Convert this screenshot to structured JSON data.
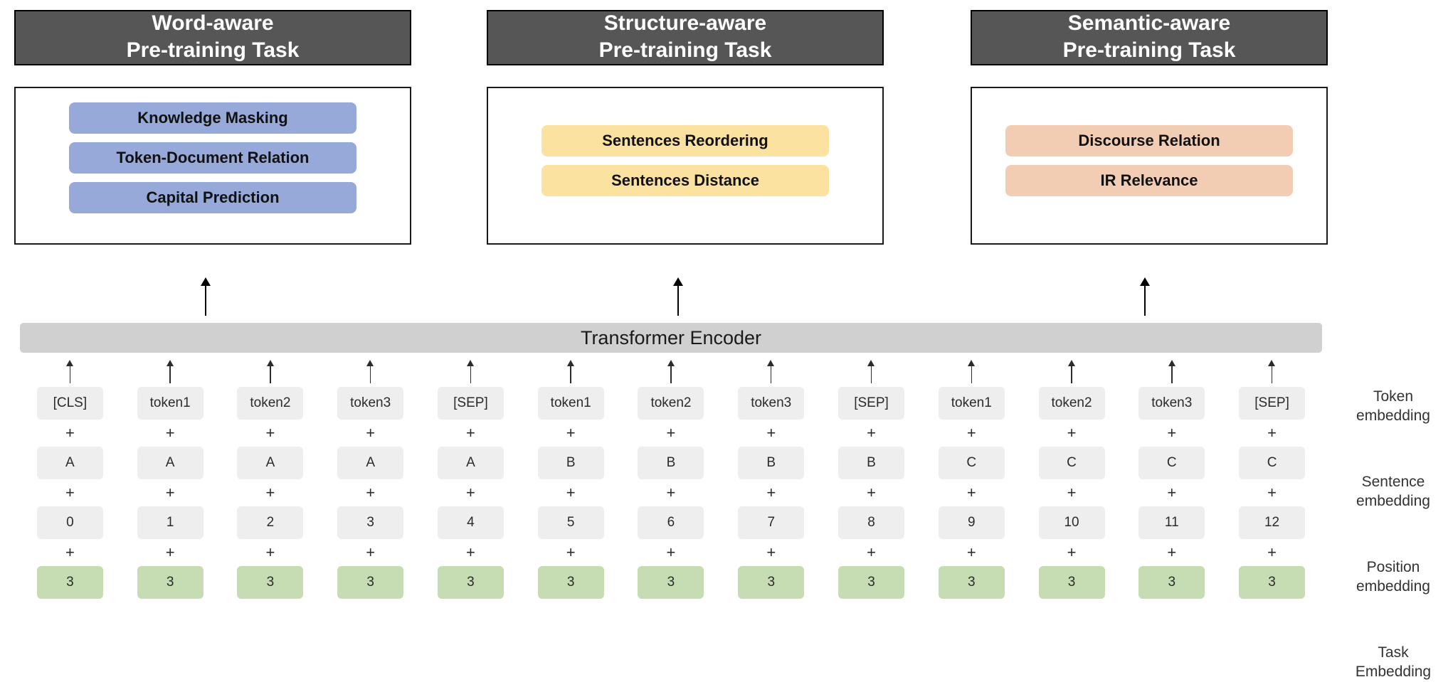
{
  "diagram": {
    "title": "ERNIE pre-training tasks and input embedding composition",
    "colors": {
      "header_bg": "#565656",
      "word_pill": "#96a9d8",
      "structure_pill": "#fbe2a0",
      "semantic_pill": "#f2cdb4",
      "encoder_bar": "#d0d0d0",
      "embedding_box": "#eeeeee",
      "task_embedding_box": "#c6ddb4"
    }
  },
  "tasks": [
    {
      "header_line1": "Word-aware",
      "header_line2": "Pre-training Task",
      "items": [
        "Knowledge Masking",
        "Token-Document Relation",
        "Capital Prediction"
      ]
    },
    {
      "header_line1": "Structure-aware",
      "header_line2": "Pre-training Task",
      "items": [
        "Sentences Reordering",
        "Sentences Distance"
      ]
    },
    {
      "header_line1": "Semantic-aware",
      "header_line2": "Pre-training Task",
      "items": [
        "Discourse Relation",
        "IR Relevance"
      ]
    }
  ],
  "encoder": {
    "label": "Transformer Encoder"
  },
  "plus_symbol": "+",
  "rows": {
    "token": [
      "[CLS]",
      "token1",
      "token2",
      "token3",
      "[SEP]",
      "token1",
      "token2",
      "token3",
      "[SEP]",
      "token1",
      "token2",
      "token3",
      "[SEP]"
    ],
    "sentence": [
      "A",
      "A",
      "A",
      "A",
      "A",
      "B",
      "B",
      "B",
      "B",
      "C",
      "C",
      "C",
      "C"
    ],
    "position": [
      "0",
      "1",
      "2",
      "3",
      "4",
      "5",
      "6",
      "7",
      "8",
      "9",
      "10",
      "11",
      "12"
    ],
    "task": [
      "3",
      "3",
      "3",
      "3",
      "3",
      "3",
      "3",
      "3",
      "3",
      "3",
      "3",
      "3",
      "3"
    ]
  },
  "side_labels": [
    {
      "line1": "Token",
      "line2": "embedding"
    },
    {
      "line1": "Sentence",
      "line2": "embedding"
    },
    {
      "line1": "Position",
      "line2": "embedding"
    },
    {
      "line1": "Task",
      "line2": "Embedding"
    }
  ]
}
